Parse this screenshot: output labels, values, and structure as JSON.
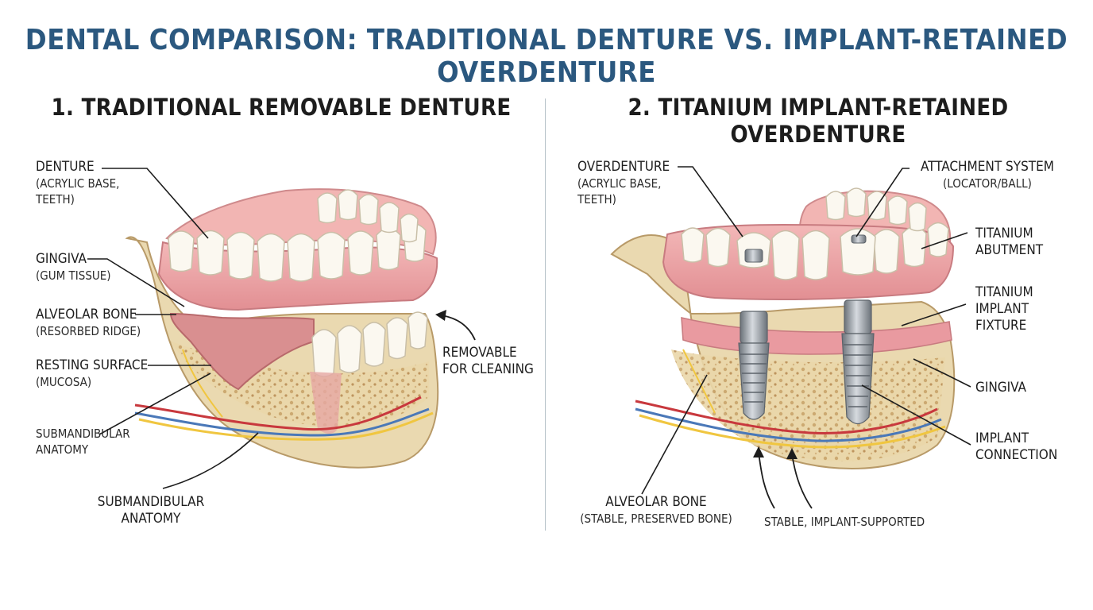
{
  "title": "DENTAL COMPARISON: TRADITIONAL DENTURE VS. IMPLANT-RETAINED OVERDENTURE",
  "left_panel": {
    "heading": "1. TRADITIONAL REMOVABLE DENTURE",
    "labels": {
      "denture": {
        "title": "DENTURE",
        "sub": [
          "(ACRYLIC BASE,",
          "TEETH)"
        ]
      },
      "gingiva": {
        "title": "GINGIVA",
        "sub": [
          "(GUM TISSUE)"
        ]
      },
      "alveolar_bone": {
        "title": "ALVEOLAR BONE",
        "sub": [
          "(RESORBED RIDGE)"
        ]
      },
      "resting_surface": {
        "title": "RESTING SURFACE",
        "sub": [
          "(MUCOSA)"
        ]
      },
      "submandibular_1": {
        "lines": [
          "SUBMANDIBULAR",
          "ANATOMY"
        ]
      },
      "submandibular_2": {
        "lines": [
          "SUBMANDIBULAR",
          "ANATOMY"
        ]
      },
      "removable": {
        "lines": [
          "REMOVABLE",
          "FOR CLEANING"
        ]
      }
    }
  },
  "right_panel": {
    "heading": "2. TITANIUM IMPLANT-RETAINED OVERDENTURE",
    "labels": {
      "overdenture": {
        "title": "OVERDENTURE",
        "sub": [
          "(ACRYLIC BASE,",
          "TEETH)"
        ]
      },
      "attachment_system": {
        "title": "ATTACHMENT SYSTEM",
        "sub": [
          "(LOCATOR/BALL)"
        ]
      },
      "titanium_abutment": {
        "lines": [
          "TITANIUM",
          "ABUTMENT"
        ]
      },
      "titanium_implant_fixture": {
        "lines": [
          "TITANIUM",
          "IMPLANT",
          "FIXTURE"
        ]
      },
      "gingiva": {
        "lines": [
          "GINGIVA"
        ]
      },
      "implant_connection": {
        "lines": [
          "IMPLANT",
          "CONNECTION"
        ]
      },
      "alveolar_bone": {
        "title": "ALVEOLAR BONE",
        "sub": [
          "(STABLE, PRESERVED BONE)"
        ]
      },
      "stable": {
        "lines": [
          "STABLE, IMPLANT-SUPPORTED"
        ]
      }
    }
  },
  "colors": {
    "title": "#2b587f",
    "bone": "#ecdcb4",
    "gum": "#eda3a5",
    "tooth": "#fbf8f0",
    "titanium": "#9aa1a8",
    "nerve": "#f0c640",
    "artery": "#c8383d",
    "vein": "#4a78b8"
  }
}
